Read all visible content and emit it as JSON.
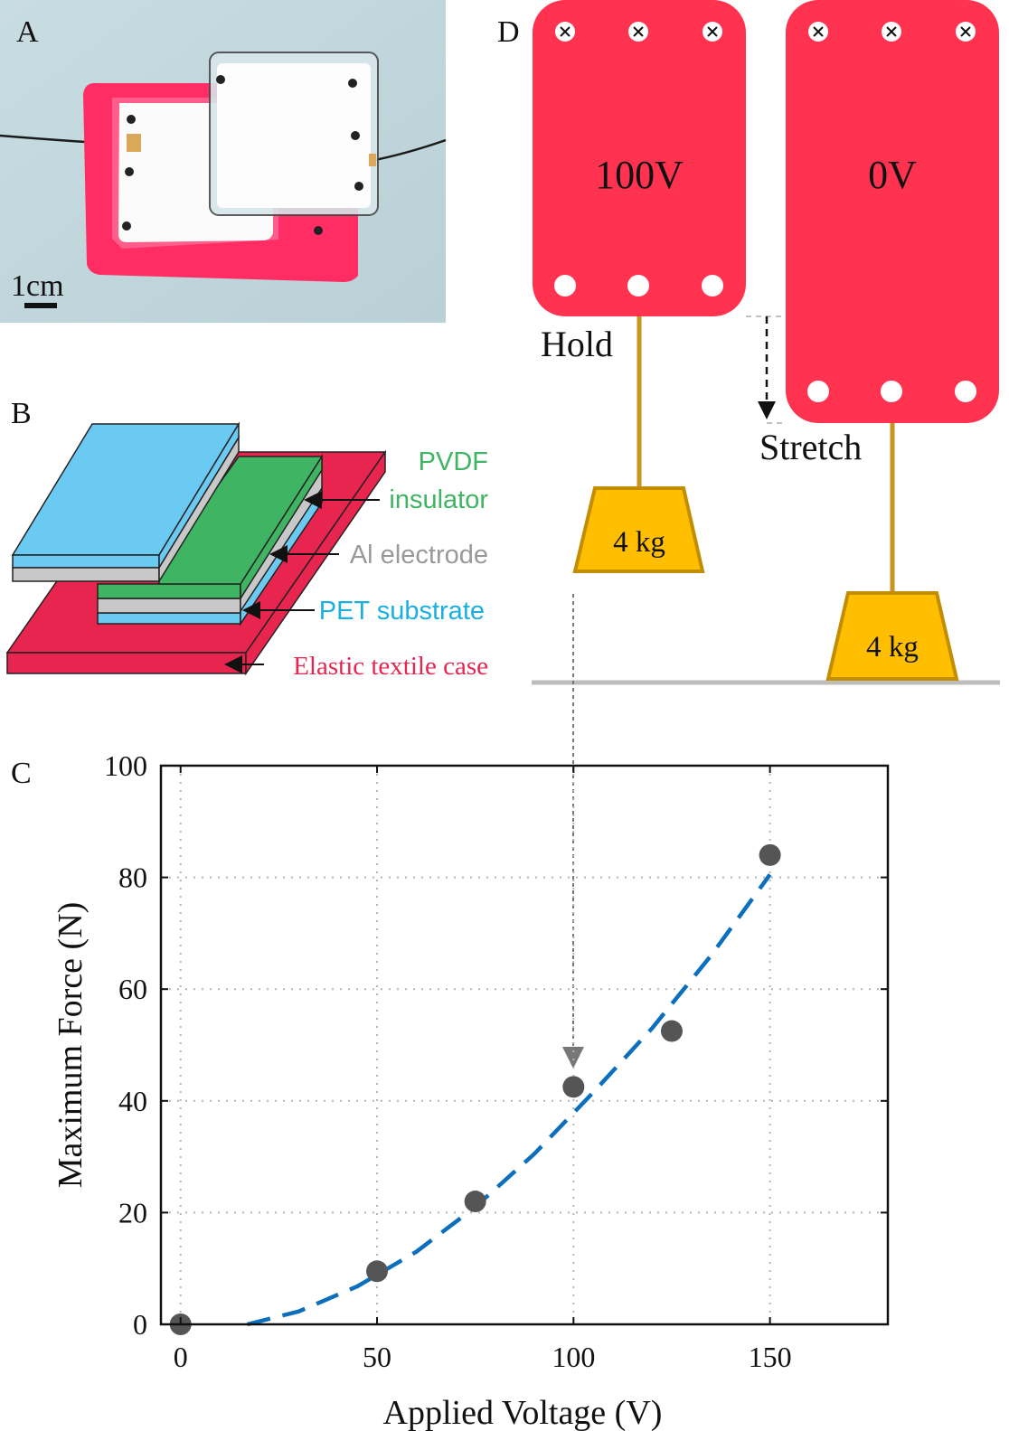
{
  "panels": {
    "a": {
      "letter": "A",
      "scale_label": "1cm"
    },
    "b": {
      "letter": "B",
      "labels": {
        "pvdf": "PVDF",
        "insulator": "insulator",
        "al": "Al electrode",
        "pet": "PET substrate",
        "case": "Elastic textile case"
      },
      "colors": {
        "pvdf": "#3fb463",
        "al": "#999999",
        "pet": "#1ab0e0",
        "case": "#e8254f"
      }
    },
    "c": {
      "letter": "C"
    },
    "d": {
      "letter": "D",
      "left_voltage": "100V",
      "right_voltage": "0V",
      "hold_label": "Hold",
      "stretch_label": "Stretch",
      "left_weight": "4 kg",
      "right_weight": "4 kg",
      "colors": {
        "pad": "#ff3350",
        "weight_fill": "#ffbf00",
        "weight_stroke": "#c28e00",
        "rope": "#c8951f"
      }
    }
  },
  "chart_data": {
    "type": "scatter",
    "title": "",
    "xlabel": "Applied Voltage (V)",
    "ylabel": "Maximum Force (N)",
    "xlim": [
      -5,
      180
    ],
    "ylim": [
      0,
      100
    ],
    "xticks": [
      0,
      50,
      100,
      150
    ],
    "yticks": [
      0,
      20,
      40,
      60,
      80,
      100
    ],
    "grid": true,
    "series": [
      {
        "kind": "points",
        "x": [
          0,
          50,
          75,
          100,
          125,
          150
        ],
        "y": [
          0,
          9.5,
          22,
          42.5,
          52.5,
          84
        ],
        "color": "#555555"
      },
      {
        "kind": "dashed-fit",
        "x": [
          17,
          30,
          45,
          60,
          75,
          90,
          105,
          120,
          135,
          150
        ],
        "y": [
          0,
          2.3,
          6.8,
          13,
          21,
          30.5,
          41.5,
          53,
          66,
          80.5
        ],
        "color": "#0b6fbd"
      }
    ]
  }
}
